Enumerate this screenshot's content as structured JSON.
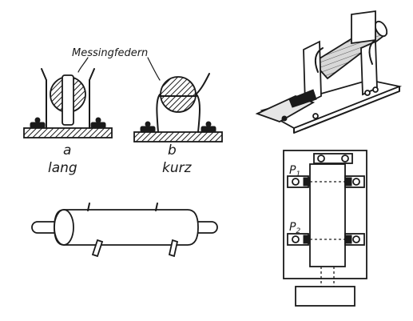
{
  "labels": {
    "springs": "Messingfedern",
    "fig_a_letter": "a",
    "fig_a_word": "lang",
    "fig_b_letter": "b",
    "fig_b_word": "kurz",
    "p1": "P",
    "p1_sub": "1",
    "p2": "P",
    "p2_sub": "2"
  }
}
